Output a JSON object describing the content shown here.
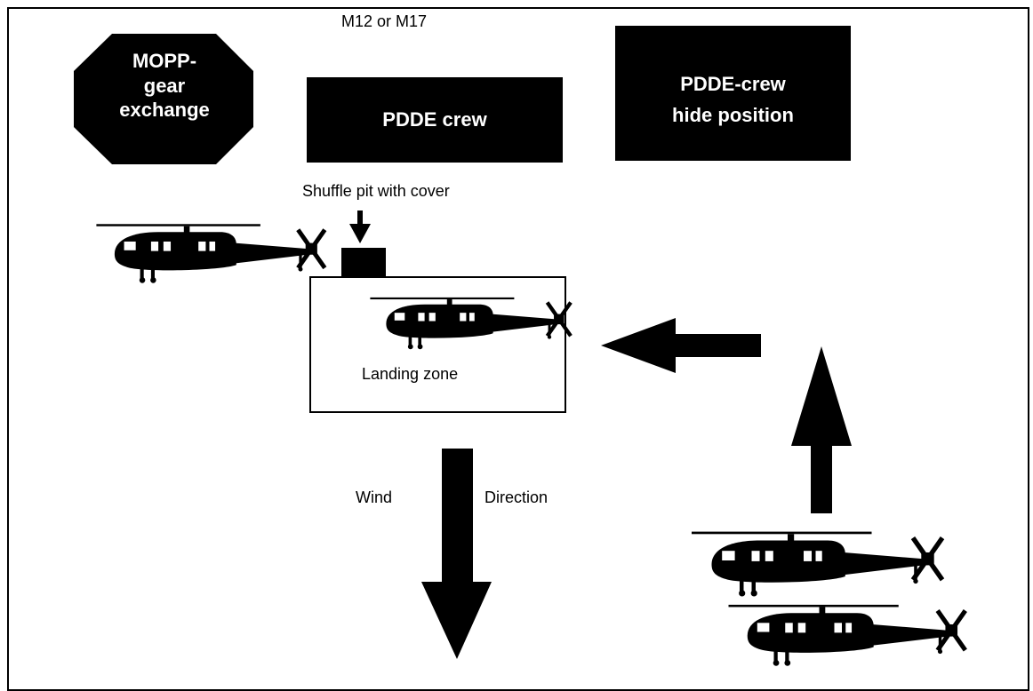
{
  "top_label": "M12 or M17",
  "mopp_label_lines": [
    "MOPP-",
    "gear",
    "exchange"
  ],
  "pdde_crew_label": "PDDE crew",
  "hide_position_lines": [
    "PDDE-crew",
    "hide position"
  ],
  "shuffle_pit_label": "Shuffle pit with cover",
  "landing_zone_label": "Landing zone",
  "wind_label": "Wind",
  "direction_label": "Direction",
  "colors": {
    "fill": "#000000",
    "background": "#ffffff"
  },
  "icons": [
    "helicopter-icon",
    "arrow-down-icon",
    "arrow-left-icon",
    "arrow-up-icon"
  ]
}
